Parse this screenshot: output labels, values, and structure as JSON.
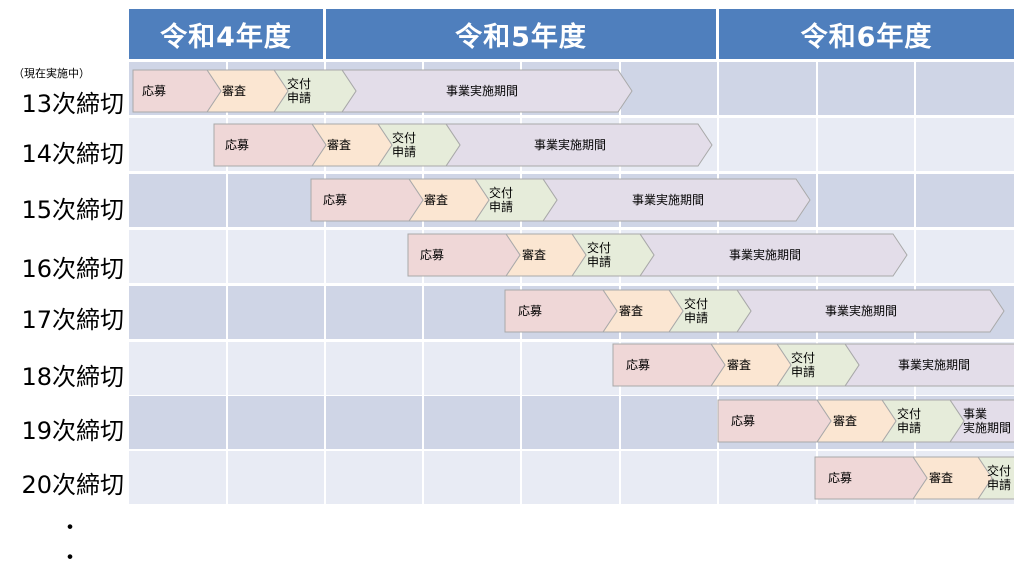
{
  "headers": {
    "y4": "令和4年度",
    "y5": "令和5年度",
    "y6": "令和6年度"
  },
  "note": "（現在実施中）",
  "rows": [
    {
      "label": "13次締切"
    },
    {
      "label": "14次締切"
    },
    {
      "label": "15次締切"
    },
    {
      "label": "16次締切"
    },
    {
      "label": "17次締切"
    },
    {
      "label": "18次締切"
    },
    {
      "label": "19次締切"
    },
    {
      "label": "20次締切"
    }
  ],
  "phases": {
    "oubo": "応募",
    "shinsa": "審査",
    "koufu_1": "交付",
    "koufu_2": "申請",
    "jigyo": "事業実施期間",
    "jigyo_short_1": "事業",
    "jigyo_short_2": "実施期間"
  },
  "colors": {
    "header": "#4f7fbd",
    "band_dark": "#cfd5e6",
    "band_light": "#e8ebf4",
    "oubo": "#efd7d7",
    "shinsa": "#fbe6d2",
    "koufu": "#e6ecda",
    "jigyo": "#e3dde9"
  },
  "continuation": "・"
}
